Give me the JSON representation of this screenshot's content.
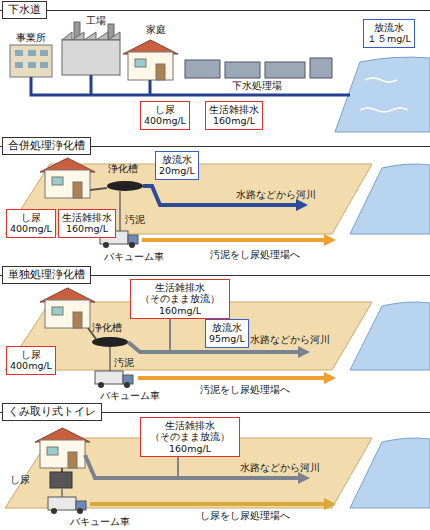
{
  "diagram": {
    "nodes": [
      {
        "text": [
          "下水道"
        ]
      },
      {
        "text": [
          "し尿",
          "400mg/L"
        ],
        "in": 0
      },
      {
        "text": [
          "生活雑排水",
          "160mg/L"
        ],
        "in": 0
      },
      {
        "text": [
          "放流水",
          "１５mg/L"
        ],
        "in": 0
      },
      {
        "text": [
          "合併処理浄化槽"
        ]
      },
      {
        "text": [
          "放流水",
          "20mg/L"
        ],
        "in": 4
      },
      {
        "text": [
          "し尿",
          "400mg/L"
        ],
        "in": 4
      },
      {
        "text": [
          "生活雑排水",
          "160mg/L"
        ],
        "in": 4
      },
      {
        "text": [
          "単独処理浄化槽"
        ]
      },
      {
        "text": [
          "生活雑排水 （そのまま放流）",
          "160mg/L"
        ],
        "in": 8
      },
      {
        "text": [
          "放流水",
          "95mg/L"
        ],
        "in": 8
      },
      {
        "text": [
          "し尿",
          "400mg/L"
        ],
        "in": 8
      },
      {
        "text": [
          "くみ取り式トイレ"
        ]
      },
      {
        "text": [
          "生活雑排水 （そのまま放流）",
          "160mg/L"
        ],
        "in": 12
      }
    ],
    "labels": [
      "事業所",
      "工場",
      "家庭",
      "下水処理場",
      "浄化槽",
      "汚泥",
      "水路などから河川",
      "バキューム車",
      "汚泥をし尿処理場へ",
      "浄化槽",
      "汚泥",
      "水路などから河川",
      "バキューム車",
      "汚泥をし尿処理場へ",
      "し尿",
      "水路などから河川",
      "バキューム車",
      "し尿をし尿処理場へ"
    ]
  }
}
